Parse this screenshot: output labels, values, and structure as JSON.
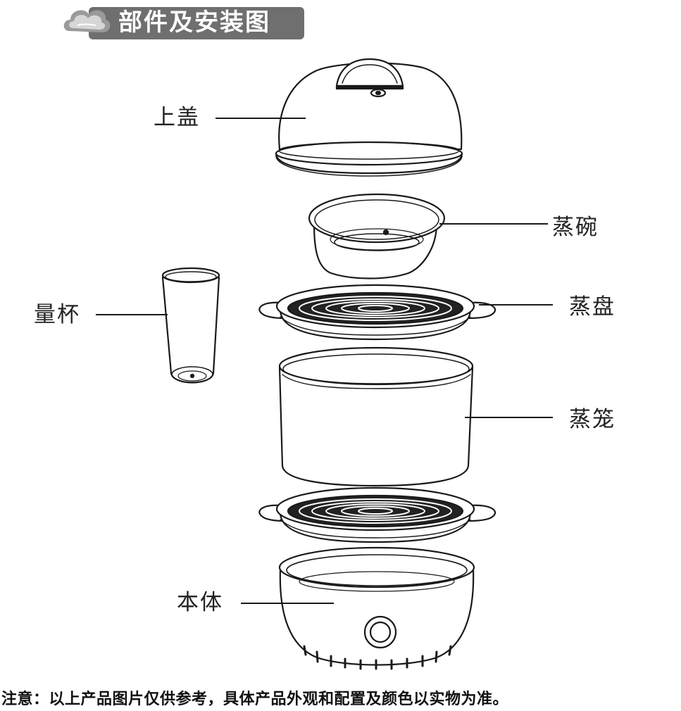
{
  "header": {
    "title": "部件及安装图"
  },
  "parts": {
    "lid": "上盖",
    "steam_bowl": "蒸碗",
    "measuring_cup": "量杯",
    "steam_tray": "蒸盘",
    "steamer": "蒸笼",
    "base": "本体"
  },
  "note": "注意：以上产品图片仅供参考，具体产品外观和配置及颜色以实物为准。"
}
